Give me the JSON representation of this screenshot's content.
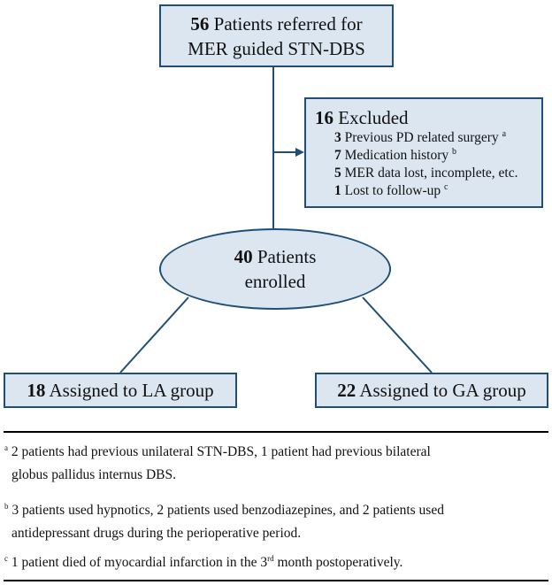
{
  "top_box": {
    "count": "56",
    "line1": " Patients referred for",
    "line2": "MER guided STN-DBS"
  },
  "excluded_box": {
    "count": "16",
    "title": " Excluded",
    "items": [
      {
        "count": "3",
        "text": " Previous PD related surgery ",
        "note": "a"
      },
      {
        "count": "7",
        "text": " Medication history ",
        "note": "b"
      },
      {
        "count": "5",
        "text": " MER data lost, incomplete, etc.",
        "note": ""
      },
      {
        "count": "1",
        "text": " Lost to follow-up ",
        "note": "c"
      }
    ]
  },
  "enrolled": {
    "count": "40",
    "line1": " Patients",
    "line2": "enrolled"
  },
  "la_group": {
    "count": "18",
    "label": " Assigned to LA group"
  },
  "ga_group": {
    "count": "22",
    "label": " Assigned to GA group"
  },
  "footnotes": [
    {
      "mark": "a",
      "line1": " 2 patients had previous unilateral STN-DBS, 1 patient had previous bilateral",
      "line2": "globus pallidus internus DBS."
    },
    {
      "mark": "b",
      "line1": " 3 patients used hypnotics, 2 patients used benzodiazepines, and 2 patients used",
      "line2": "antidepressant drugs during the perioperative period."
    },
    {
      "mark": "c",
      "line1": " 1 patient died of myocardial infarction in the 3",
      "sup": "rd",
      "line1_end": " month postoperatively."
    }
  ],
  "colors": {
    "box_fill": "#dce6f1",
    "box_border": "#1f4e79",
    "connector": "#1f4e79"
  }
}
